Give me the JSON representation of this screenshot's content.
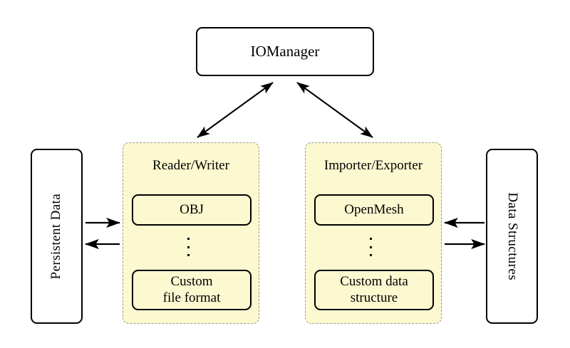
{
  "diagram": {
    "type": "block-diagram",
    "title_node": {
      "label": "IOManager"
    },
    "colors": {
      "group_fill": "#fcf8d0",
      "group_border": "#9a9a9a",
      "node_stroke": "#000000",
      "node_fill": "#ffffff",
      "background": "#ffffff"
    },
    "side_nodes": [
      {
        "id": "persistent-data",
        "label": "Persistent Data",
        "orientation": "vertical-bottom-up",
        "side": "left"
      },
      {
        "id": "data-structures",
        "label": "Data Structures",
        "orientation": "vertical-top-down",
        "side": "right"
      }
    ],
    "groups": [
      {
        "id": "reader-writer",
        "title": "Reader/Writer",
        "items": [
          {
            "id": "obj",
            "label": "OBJ"
          },
          {
            "id": "ellipsis-left",
            "label": "⋮",
            "kind": "ellipsis"
          },
          {
            "id": "custom-file-format",
            "label": "Custom\nfile format",
            "line1": "Custom",
            "line2": "file format"
          }
        ]
      },
      {
        "id": "importer-exporter",
        "title": "Importer/Exporter",
        "items": [
          {
            "id": "openmesh",
            "label": "OpenMesh"
          },
          {
            "id": "ellipsis-right",
            "label": "⋮",
            "kind": "ellipsis"
          },
          {
            "id": "custom-data-structure",
            "label": "Custom data\nstructure",
            "line1": "Custom data",
            "line2": "structure"
          }
        ]
      }
    ],
    "edges": [
      {
        "id": "iomanager-readerwriter",
        "from": "IOManager",
        "to": "Reader/Writer",
        "style": "double-headed-arrow",
        "direction": "bidirectional"
      },
      {
        "id": "iomanager-importerexporter",
        "from": "IOManager",
        "to": "Importer/Exporter",
        "style": "double-headed-arrow",
        "direction": "bidirectional"
      },
      {
        "id": "persistentdata-to-readerwriter",
        "from": "Persistent Data",
        "to": "Reader/Writer",
        "style": "arrow",
        "direction": "right"
      },
      {
        "id": "readerwriter-to-persistentdata",
        "from": "Reader/Writer",
        "to": "Persistent Data",
        "style": "arrow",
        "direction": "left"
      },
      {
        "id": "datastructures-to-importerexporter",
        "from": "Data Structures",
        "to": "Importer/Exporter",
        "style": "arrow",
        "direction": "left"
      },
      {
        "id": "importerexporter-to-datastructures",
        "from": "Importer/Exporter",
        "to": "Data Structures",
        "style": "arrow",
        "direction": "right"
      }
    ]
  }
}
